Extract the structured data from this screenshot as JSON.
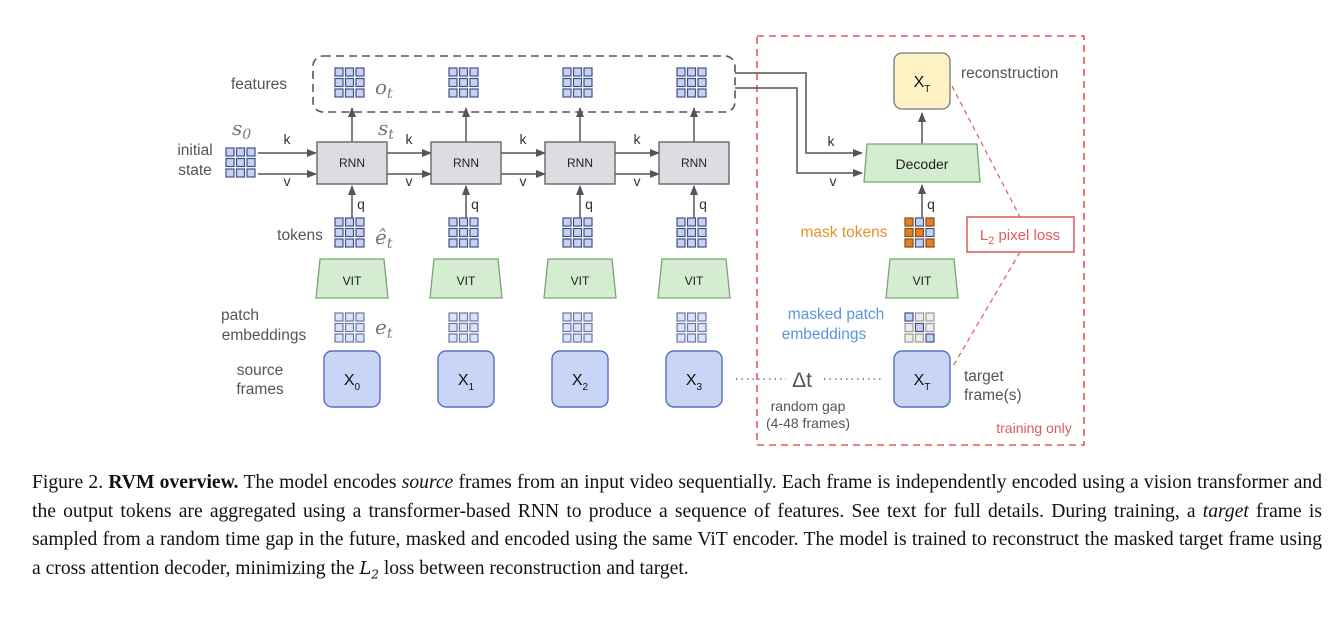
{
  "diagram": {
    "labels": {
      "features": "features",
      "initial_state_1": "initial",
      "initial_state_2": "state",
      "tokens": "tokens",
      "patch_embeddings_1": "patch",
      "patch_embeddings_2": "embeddings",
      "source_frames_1": "source",
      "source_frames_2": "frames",
      "reconstruction": "reconstruction",
      "mask_tokens": "mask tokens",
      "masked_patch_embeddings_1": "masked patch",
      "masked_patch_embeddings_2": "embeddings",
      "target_frames_1": "target",
      "target_frames_2": "frame(s)",
      "random_gap_1": "random gap",
      "random_gap_2": "(4-48 frames)",
      "training_only": "training only",
      "l2_loss_base": "L",
      "l2_loss_sub": "2",
      "l2_loss_rest": " pixel loss",
      "delta_t": "Δt"
    },
    "math": {
      "o_t": "o",
      "s_0": "s",
      "s_0_sub": "0",
      "s_t": "s",
      "e_hat_t": "ê",
      "e_t": "e",
      "t_sub": "t"
    },
    "blocks": {
      "rnn": "RNN",
      "vit": "VIT",
      "decoder": "Decoder"
    },
    "arrow_labels": {
      "k": "k",
      "v": "v",
      "q": "q"
    },
    "source_frames": [
      {
        "base": "X",
        "sub": "0"
      },
      {
        "base": "X",
        "sub": "1"
      },
      {
        "base": "X",
        "sub": "2"
      },
      {
        "base": "X",
        "sub": "3"
      }
    ],
    "target_frame": {
      "base": "X",
      "sub": "T"
    },
    "recon_frame": {
      "base": "X",
      "sub": "T"
    },
    "colors": {
      "frame_fill": "#c9d5f7",
      "frame_stroke": "#5b6fbf",
      "vit_fill": "#d4ecd0",
      "vit_stroke": "#7aa673",
      "rnn_fill": "#dcdde2",
      "rnn_stroke": "#666666",
      "recon_fill": "#fff2c4",
      "recon_stroke": "#777777",
      "grid_fill": "#c7d2f3",
      "grid_stroke": "#3f4f8a",
      "mask_orange": "#e57f26",
      "training_red": "#e25a5a",
      "mask_text_orange": "#e3922c",
      "masked_text_blue": "#5c94e0"
    }
  },
  "caption": {
    "figure": "Figure 2.",
    "title": "RVM overview.",
    "part1": " The model encodes ",
    "source_word": "source",
    "part2": " frames from an input video sequentially. Each frame is independently encoded using a vision transformer and the output tokens are aggregated using a transformer-based RNN to produce a sequence of features. See text for full details. During training, a ",
    "target_word": "target",
    "part3": " frame is sampled from a random time gap in the future, masked and encoded using the same ViT encoder. The model is trained to reconstruct the masked target frame using a cross attention decoder, minimizing the ",
    "l2_base": "L",
    "l2_sub": "2",
    "part4": " loss between reconstruction and target."
  }
}
